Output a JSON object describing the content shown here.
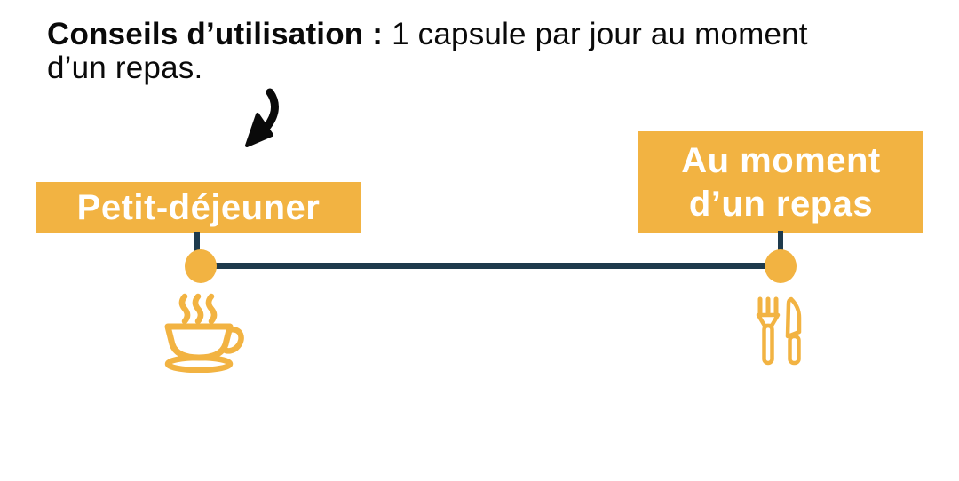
{
  "heading": {
    "bold_prefix": "Conseils d’utilisation :",
    "line1_rest": " 1 capsule par jour au moment",
    "line2": "d’un repas."
  },
  "timeline": {
    "left": {
      "label": "Petit-déjeuner",
      "icon": "coffee-cup-icon"
    },
    "right": {
      "label_line1": "Au moment",
      "label_line2": "d’un repas",
      "icon": "fork-knife-icon"
    }
  },
  "arrow": {
    "icon": "curved-arrow-icon",
    "direction": "down-left"
  },
  "colors": {
    "accent_orange": "#F2B342",
    "line_navy": "#1E3A4C",
    "text_ink": "#0A0A0A",
    "label_text": "#FFFFFF",
    "background": "#FFFFFF"
  }
}
